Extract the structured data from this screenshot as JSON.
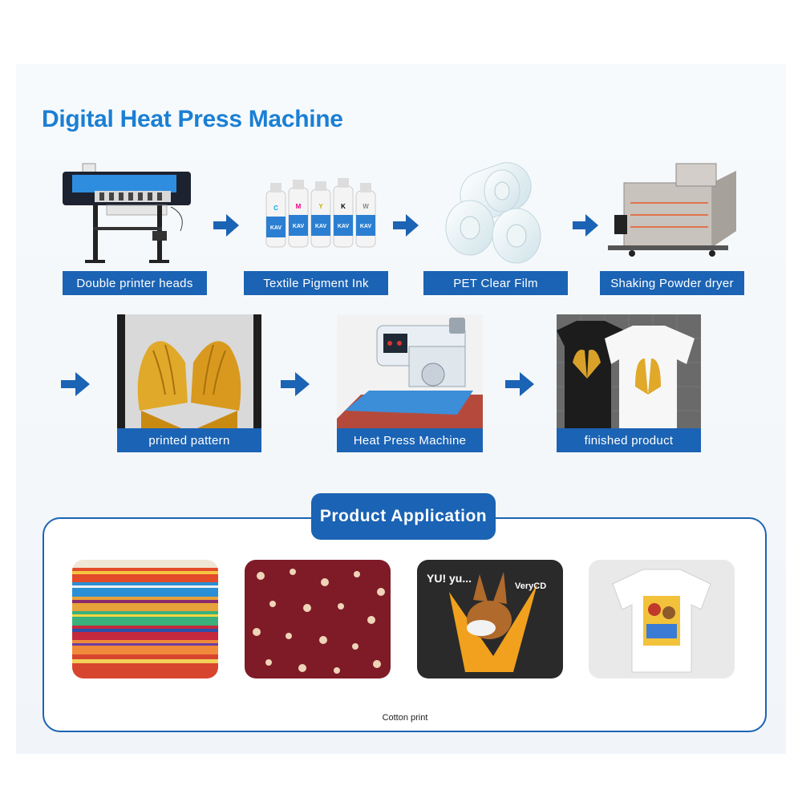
{
  "title": "Digital Heat Press Machine",
  "steps_row1": [
    {
      "label": "Double printer heads",
      "icon": "printer-icon"
    },
    {
      "label": "Textile Pigment Ink",
      "icon": "ink-bottles-icon"
    },
    {
      "label": "PET Clear Film",
      "icon": "film-rolls-icon"
    },
    {
      "label": "Shaking Powder dryer",
      "icon": "powder-dryer-icon"
    }
  ],
  "steps_row2": [
    {
      "label": "printed pattern",
      "icon": "printed-hands-icon"
    },
    {
      "label": "Heat Press Machine",
      "icon": "heat-press-icon"
    },
    {
      "label": "finished product",
      "icon": "tshirts-icon"
    }
  ],
  "ink_letters": [
    "C",
    "M",
    "Y",
    "K",
    "W"
  ],
  "ink_brand": "KAV",
  "application": {
    "title": "Product Application",
    "caption": "Cotton print",
    "cartoon_text_left": "YU! yu...",
    "cartoon_text_right": "VeryCD"
  },
  "colors": {
    "accent": "#1b7fd4",
    "label_bg": "#1b63b4"
  }
}
